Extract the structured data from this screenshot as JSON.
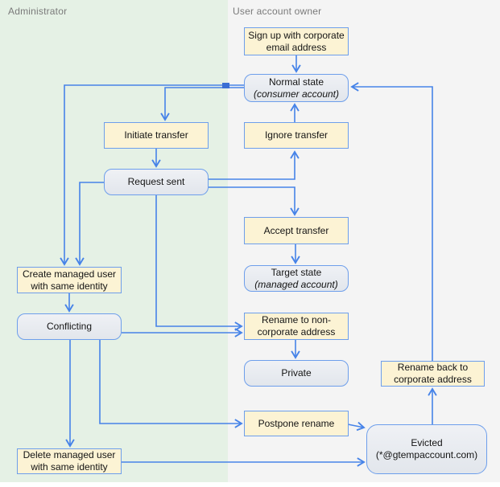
{
  "lanes": {
    "left": {
      "title": "Administrator"
    },
    "right": {
      "title": "User account owner"
    }
  },
  "colors": {
    "lane_left_bg": "#e5f1e5",
    "lane_right_bg": "#f4f4f4",
    "action_fill": "#fcf3d4",
    "state_fill_top": "#eff1f5",
    "state_fill_bottom": "#e2e6ec",
    "box_border": "#6d9eeb",
    "edge_blue": "#4683e8",
    "header_text": "#7a7a7a"
  },
  "nodes": {
    "signup": {
      "kind": "action",
      "lane": "right",
      "lines": [
        "Sign up with corporate",
        "email address"
      ]
    },
    "normal": {
      "kind": "state",
      "lane": "right",
      "lines": [
        "Normal state",
        "(consumer account)"
      ]
    },
    "initiate": {
      "kind": "action",
      "lane": "left",
      "lines": [
        "Initiate transfer"
      ]
    },
    "ignore": {
      "kind": "action",
      "lane": "right",
      "lines": [
        "Ignore transfer"
      ]
    },
    "request": {
      "kind": "state",
      "lane": "left",
      "lines": [
        "Request sent"
      ]
    },
    "accept": {
      "kind": "action",
      "lane": "right",
      "lines": [
        "Accept transfer"
      ]
    },
    "target": {
      "kind": "state",
      "lane": "right",
      "lines": [
        "Target state",
        "(managed account)"
      ]
    },
    "create": {
      "kind": "action",
      "lane": "left",
      "lines": [
        "Create managed user",
        "with same identity"
      ]
    },
    "conflicting": {
      "kind": "state",
      "lane": "left",
      "lines": [
        "Conflicting"
      ]
    },
    "rename_non": {
      "kind": "action",
      "lane": "right",
      "lines": [
        "Rename to non-",
        "corporate address"
      ]
    },
    "private": {
      "kind": "state",
      "lane": "right",
      "lines": [
        "Private"
      ]
    },
    "rename_back": {
      "kind": "action",
      "lane": "right",
      "lines": [
        "Rename back to",
        "corporate address"
      ]
    },
    "postpone": {
      "kind": "action",
      "lane": "right",
      "lines": [
        "Postpone rename"
      ]
    },
    "evicted": {
      "kind": "state",
      "lane": "right",
      "lines": [
        "Evicted",
        "(*@gtempaccount.com)"
      ]
    },
    "delete": {
      "kind": "action",
      "lane": "left",
      "lines": [
        "Delete managed user",
        "with same identity"
      ]
    }
  },
  "edges": [
    {
      "from": "signup",
      "to": "normal"
    },
    {
      "from": "normal",
      "to": "initiate"
    },
    {
      "from": "normal",
      "to": "create"
    },
    {
      "from": "initiate",
      "to": "request"
    },
    {
      "from": "request",
      "to": "ignore"
    },
    {
      "from": "ignore",
      "to": "normal"
    },
    {
      "from": "request",
      "to": "accept"
    },
    {
      "from": "accept",
      "to": "target"
    },
    {
      "from": "request",
      "to": "create"
    },
    {
      "from": "create",
      "to": "conflicting"
    },
    {
      "from": "request",
      "to": "rename_non"
    },
    {
      "from": "conflicting",
      "to": "rename_non"
    },
    {
      "from": "rename_non",
      "to": "private"
    },
    {
      "from": "conflicting",
      "to": "delete"
    },
    {
      "from": "conflicting",
      "to": "postpone"
    },
    {
      "from": "postpone",
      "to": "evicted"
    },
    {
      "from": "delete",
      "to": "evicted"
    },
    {
      "from": "evicted",
      "to": "rename_back"
    },
    {
      "from": "rename_back",
      "to": "normal"
    }
  ]
}
